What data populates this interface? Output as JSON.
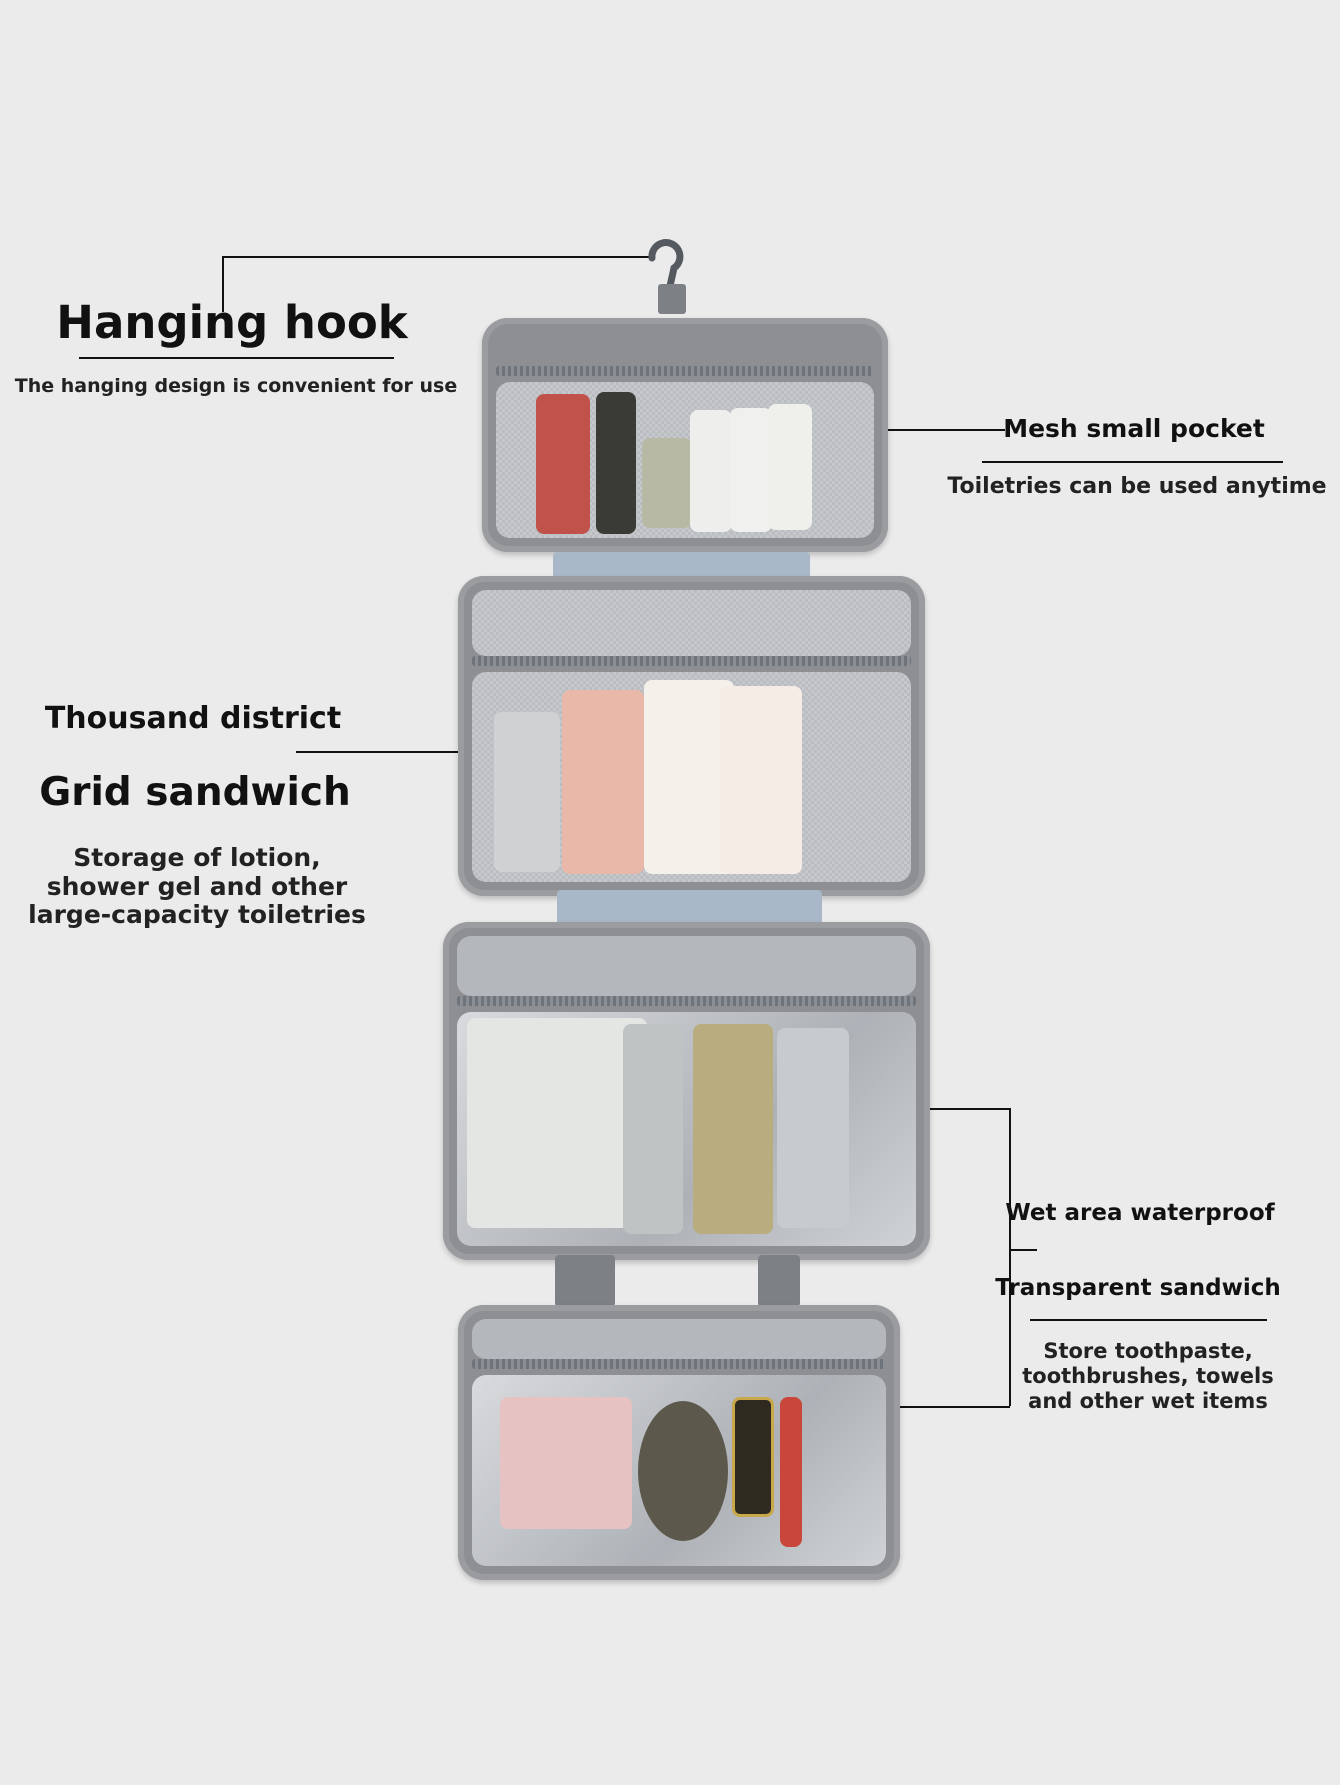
{
  "callouts": {
    "hanging_hook": {
      "title": "Hanging hook",
      "subtitle": "The hanging design is convenient for use"
    },
    "mesh_pocket": {
      "title": "Mesh small pocket",
      "subtitle": "Toiletries can be used anytime"
    },
    "grid_sandwich": {
      "pre_title": "Thousand district",
      "title": "Grid sandwich",
      "lines": [
        "Storage of lotion,",
        "shower gel and other",
        "large-capacity toiletries"
      ]
    },
    "wet_area": {
      "title": "Wet area waterproof",
      "subtitle": "Transparent sandwich",
      "lines": [
        "Store toothpaste,",
        "toothbrushes, towels",
        "and other wet items"
      ]
    }
  },
  "colors": {
    "background": "#ebebeb",
    "bag_gray": "#8d8f93",
    "strap_blue": "#a9b8c8"
  }
}
